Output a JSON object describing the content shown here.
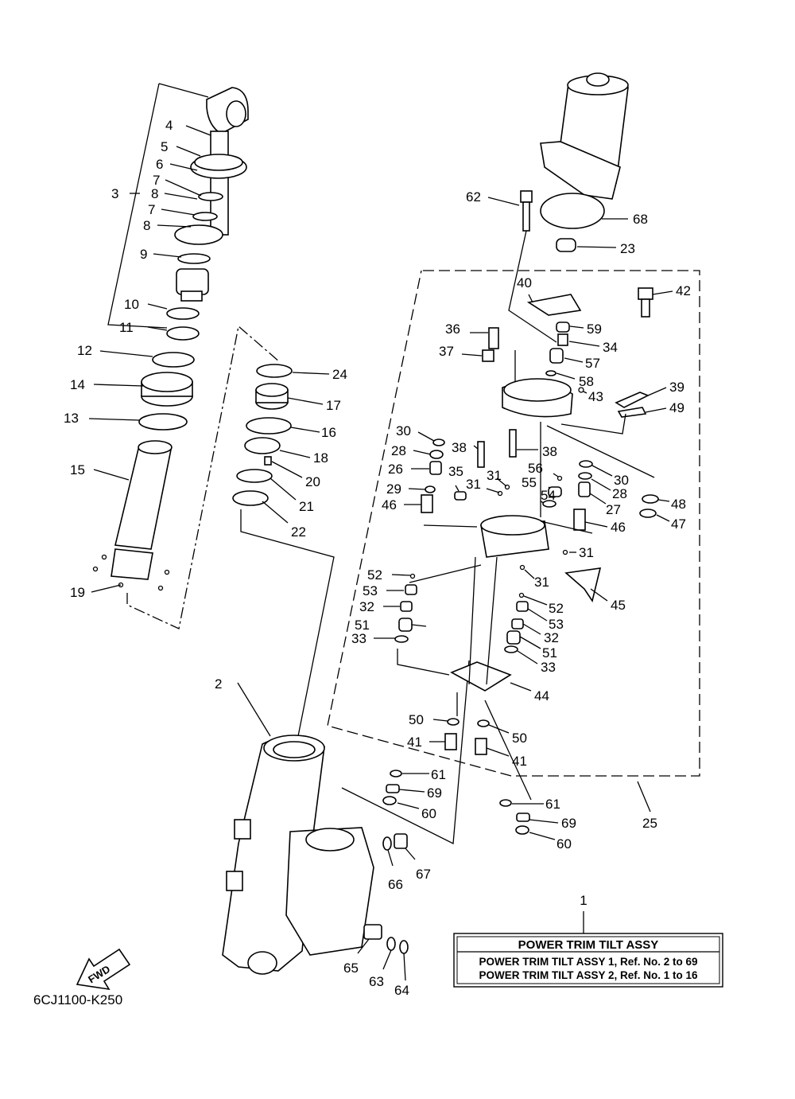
{
  "drawing_code": "6CJ1100-K250",
  "fwd_label": "FWD",
  "legend": {
    "ref_number": "1",
    "title": "POWER TRIM TILT ASSY",
    "lines": [
      "POWER TRIM TILT ASSY 1,  Ref. No. 2 to 69",
      "POWER TRIM TILT ASSY 2,  Ref. No. 1 to 16"
    ]
  },
  "callouts": [
    "2",
    "3",
    "4",
    "5",
    "6",
    "7",
    "8",
    "7",
    "8",
    "9",
    "10",
    "11",
    "12",
    "13",
    "14",
    "15",
    "16",
    "17",
    "18",
    "19",
    "20",
    "21",
    "22",
    "23",
    "24",
    "25",
    "26",
    "27",
    "28",
    "28",
    "29",
    "30",
    "30",
    "31",
    "31",
    "31",
    "31",
    "32",
    "32",
    "33",
    "33",
    "34",
    "35",
    "36",
    "37",
    "38",
    "38",
    "39",
    "40",
    "41",
    "41",
    "42",
    "43",
    "44",
    "45",
    "46",
    "46",
    "47",
    "48",
    "49",
    "50",
    "50",
    "51",
    "51",
    "52",
    "52",
    "53",
    "53",
    "54",
    "55",
    "56",
    "57",
    "58",
    "59",
    "60",
    "60",
    "61",
    "61",
    "62",
    "63",
    "64",
    "65",
    "66",
    "67",
    "68",
    "69",
    "69"
  ]
}
